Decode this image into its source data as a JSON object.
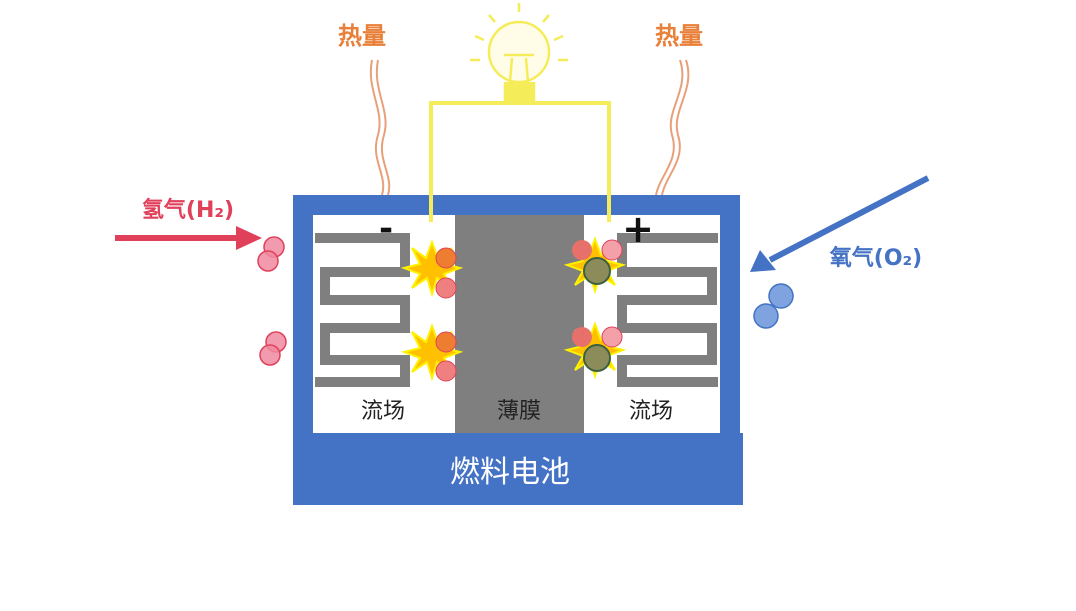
{
  "labels": {
    "heat_left": "热量",
    "heat_right": "热量",
    "hydrogen": "氢气(H₂)",
    "oxygen": "氧气(O₂)",
    "negative": "-",
    "positive": "+",
    "flow_field_left": "流场",
    "membrane": "薄膜",
    "flow_field_right": "流场",
    "fuel_cell": "燃料电池"
  },
  "colors": {
    "cell_blue": "#4472C4",
    "membrane_gray": "#7F7F7F",
    "wire_yellow": "#F5EC5A",
    "heat_orange": "#E8803A",
    "hydrogen_red": "#E0405A",
    "oxygen_blue": "#4472C4",
    "spark_yellow": "#FFC000"
  }
}
